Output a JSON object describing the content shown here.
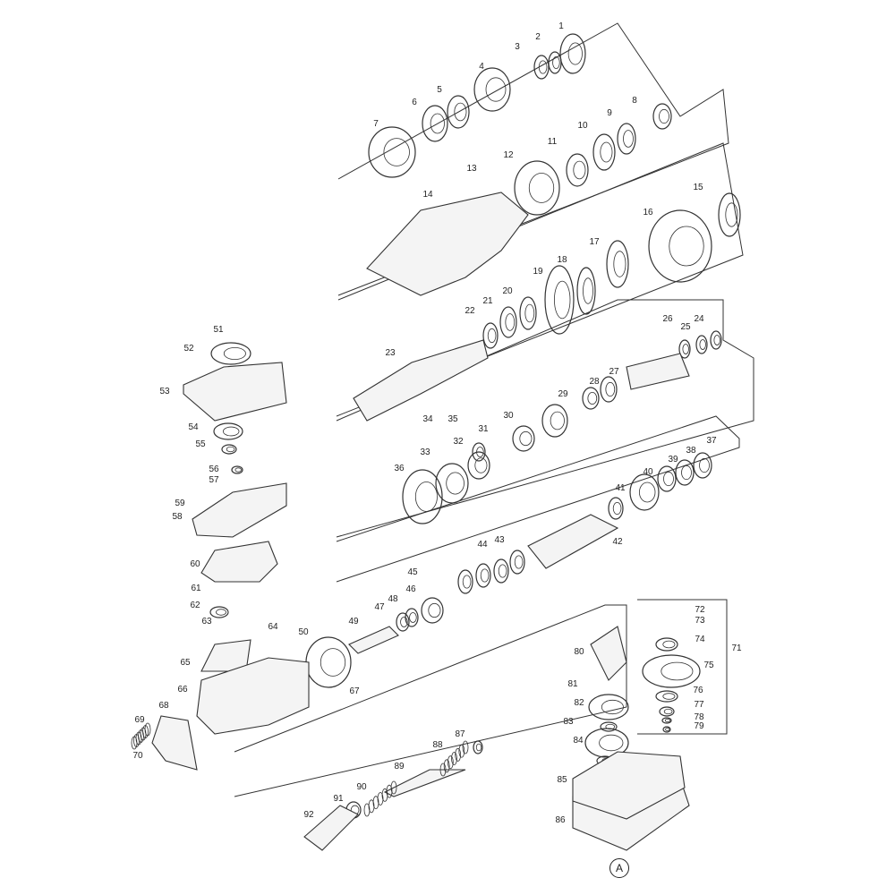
{
  "diagram": {
    "type": "exploded parts diagram",
    "part_numbers": [
      "1",
      "2",
      "3",
      "4",
      "5",
      "6",
      "7",
      "8",
      "9",
      "10",
      "11",
      "12",
      "13",
      "14",
      "15",
      "16",
      "17",
      "18",
      "19",
      "20",
      "21",
      "22",
      "23",
      "24",
      "25",
      "26",
      "27",
      "28",
      "29",
      "30",
      "31",
      "32",
      "33",
      "34",
      "35",
      "36",
      "37",
      "38",
      "39",
      "40",
      "41",
      "42",
      "43",
      "44",
      "45",
      "46",
      "47",
      "48",
      "49",
      "50",
      "51",
      "52",
      "53",
      "54",
      "55",
      "56",
      "57",
      "58",
      "59",
      "60",
      "61",
      "62",
      "63",
      "64",
      "65",
      "66",
      "67",
      "68",
      "69",
      "70",
      "71",
      "72",
      "73",
      "74",
      "75",
      "76",
      "77",
      "78",
      "79",
      "80",
      "81",
      "82",
      "83",
      "84",
      "85",
      "86",
      "87",
      "88",
      "89",
      "90",
      "91",
      "92"
    ],
    "reference_marker": "A"
  }
}
